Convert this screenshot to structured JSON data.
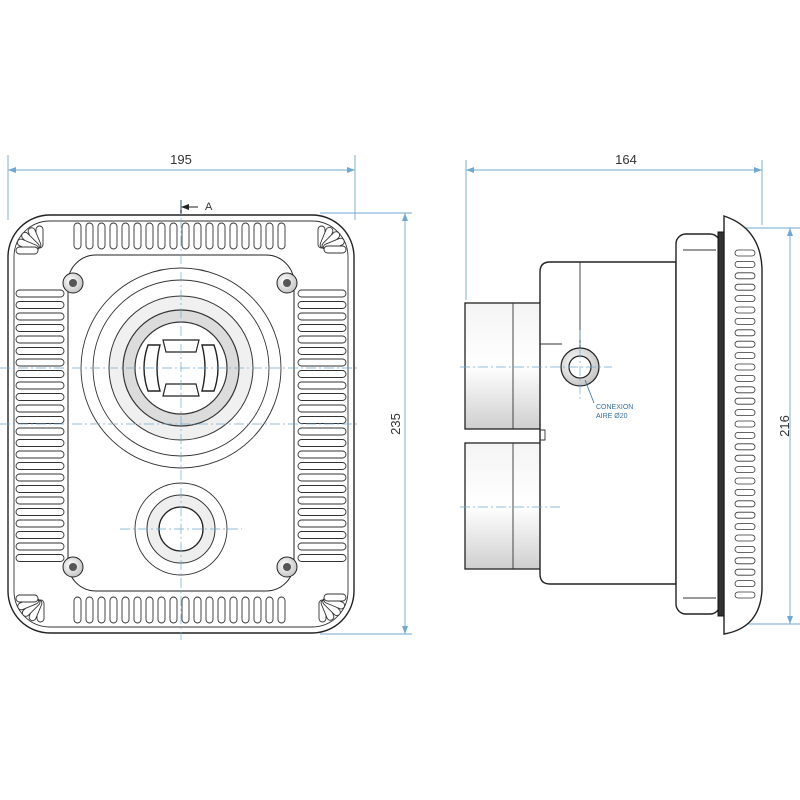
{
  "front_view": {
    "width_label": "195",
    "height_label": "235",
    "section_label": "A"
  },
  "side_view": {
    "depth_label": "164",
    "flange_label": "216",
    "note_line1": "CONEXION",
    "note_line2": "AIRE Ø20"
  },
  "colors": {
    "dimension": "#6fa9cf",
    "outline": "#222222",
    "shading": "#e8e8e8"
  }
}
